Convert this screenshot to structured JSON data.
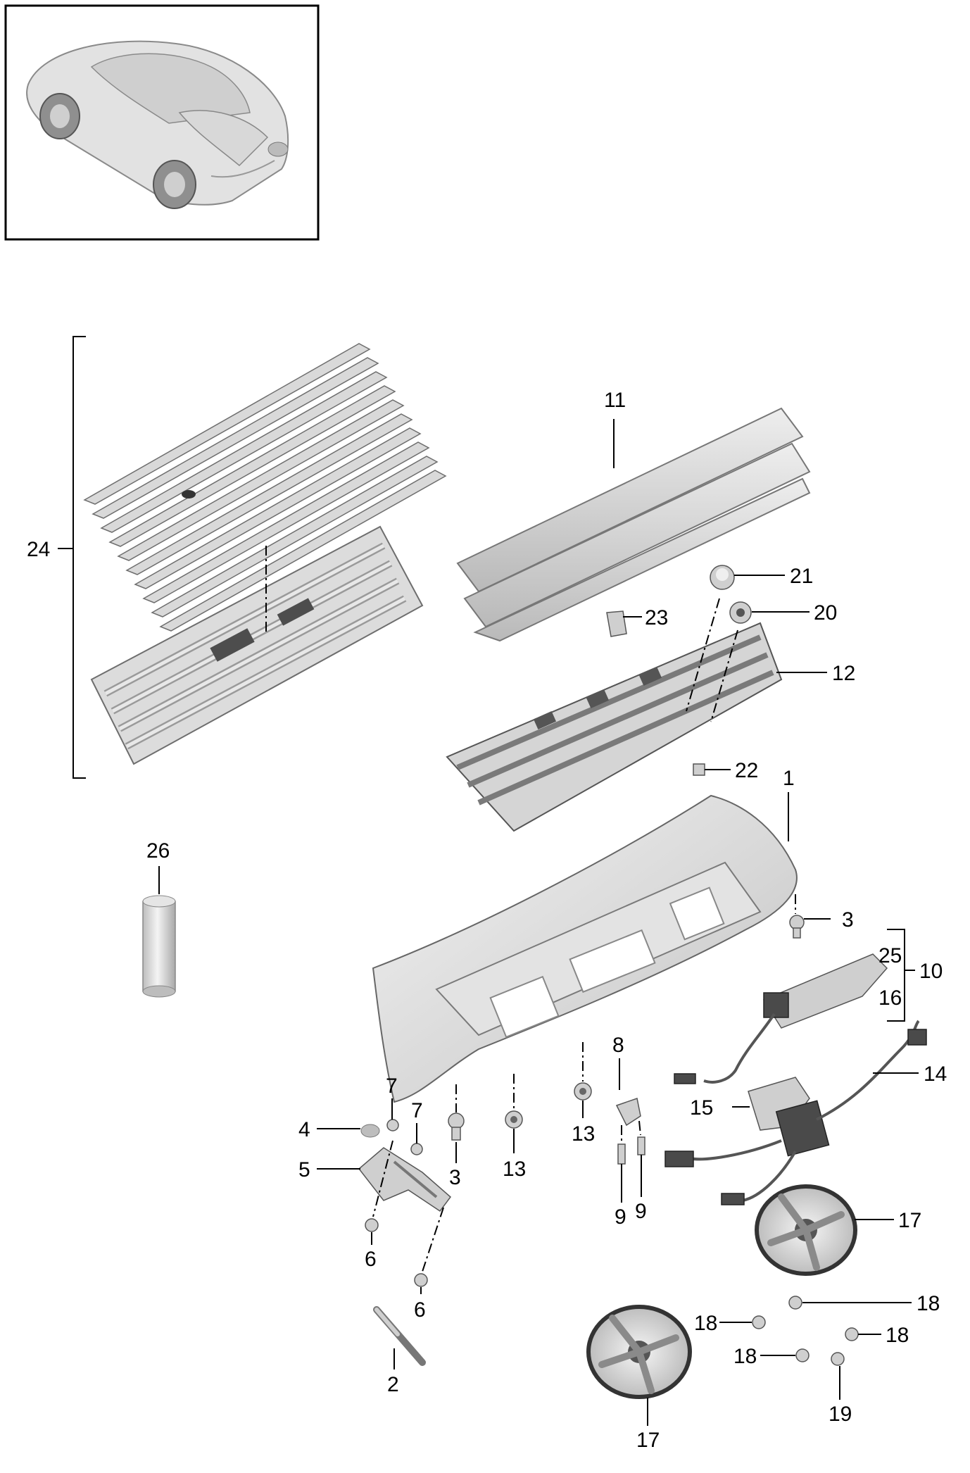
{
  "diagram": {
    "callouts": [
      {
        "id": "c1",
        "text": "1"
      },
      {
        "id": "c2",
        "text": "2"
      },
      {
        "id": "c3a",
        "text": "3"
      },
      {
        "id": "c3b",
        "text": "3"
      },
      {
        "id": "c4",
        "text": "4"
      },
      {
        "id": "c5",
        "text": "5"
      },
      {
        "id": "c6a",
        "text": "6"
      },
      {
        "id": "c6b",
        "text": "6"
      },
      {
        "id": "c7a",
        "text": "7"
      },
      {
        "id": "c7b",
        "text": "7"
      },
      {
        "id": "c8",
        "text": "8"
      },
      {
        "id": "c9a",
        "text": "9"
      },
      {
        "id": "c9b",
        "text": "9"
      },
      {
        "id": "c10",
        "text": "10"
      },
      {
        "id": "c11",
        "text": "11"
      },
      {
        "id": "c12",
        "text": "12"
      },
      {
        "id": "c13a",
        "text": "13"
      },
      {
        "id": "c13b",
        "text": "13"
      },
      {
        "id": "c14",
        "text": "14"
      },
      {
        "id": "c15",
        "text": "15"
      },
      {
        "id": "c16",
        "text": "16"
      },
      {
        "id": "c17a",
        "text": "17"
      },
      {
        "id": "c17b",
        "text": "17"
      },
      {
        "id": "c18a",
        "text": "18"
      },
      {
        "id": "c18b",
        "text": "18"
      },
      {
        "id": "c18c",
        "text": "18"
      },
      {
        "id": "c18d",
        "text": "18"
      },
      {
        "id": "c19",
        "text": "19"
      },
      {
        "id": "c20",
        "text": "20"
      },
      {
        "id": "c21",
        "text": "21"
      },
      {
        "id": "c22",
        "text": "22"
      },
      {
        "id": "c23",
        "text": "23"
      },
      {
        "id": "c24",
        "text": "24"
      },
      {
        "id": "c25",
        "text": "25"
      },
      {
        "id": "c26",
        "text": "26"
      }
    ]
  }
}
